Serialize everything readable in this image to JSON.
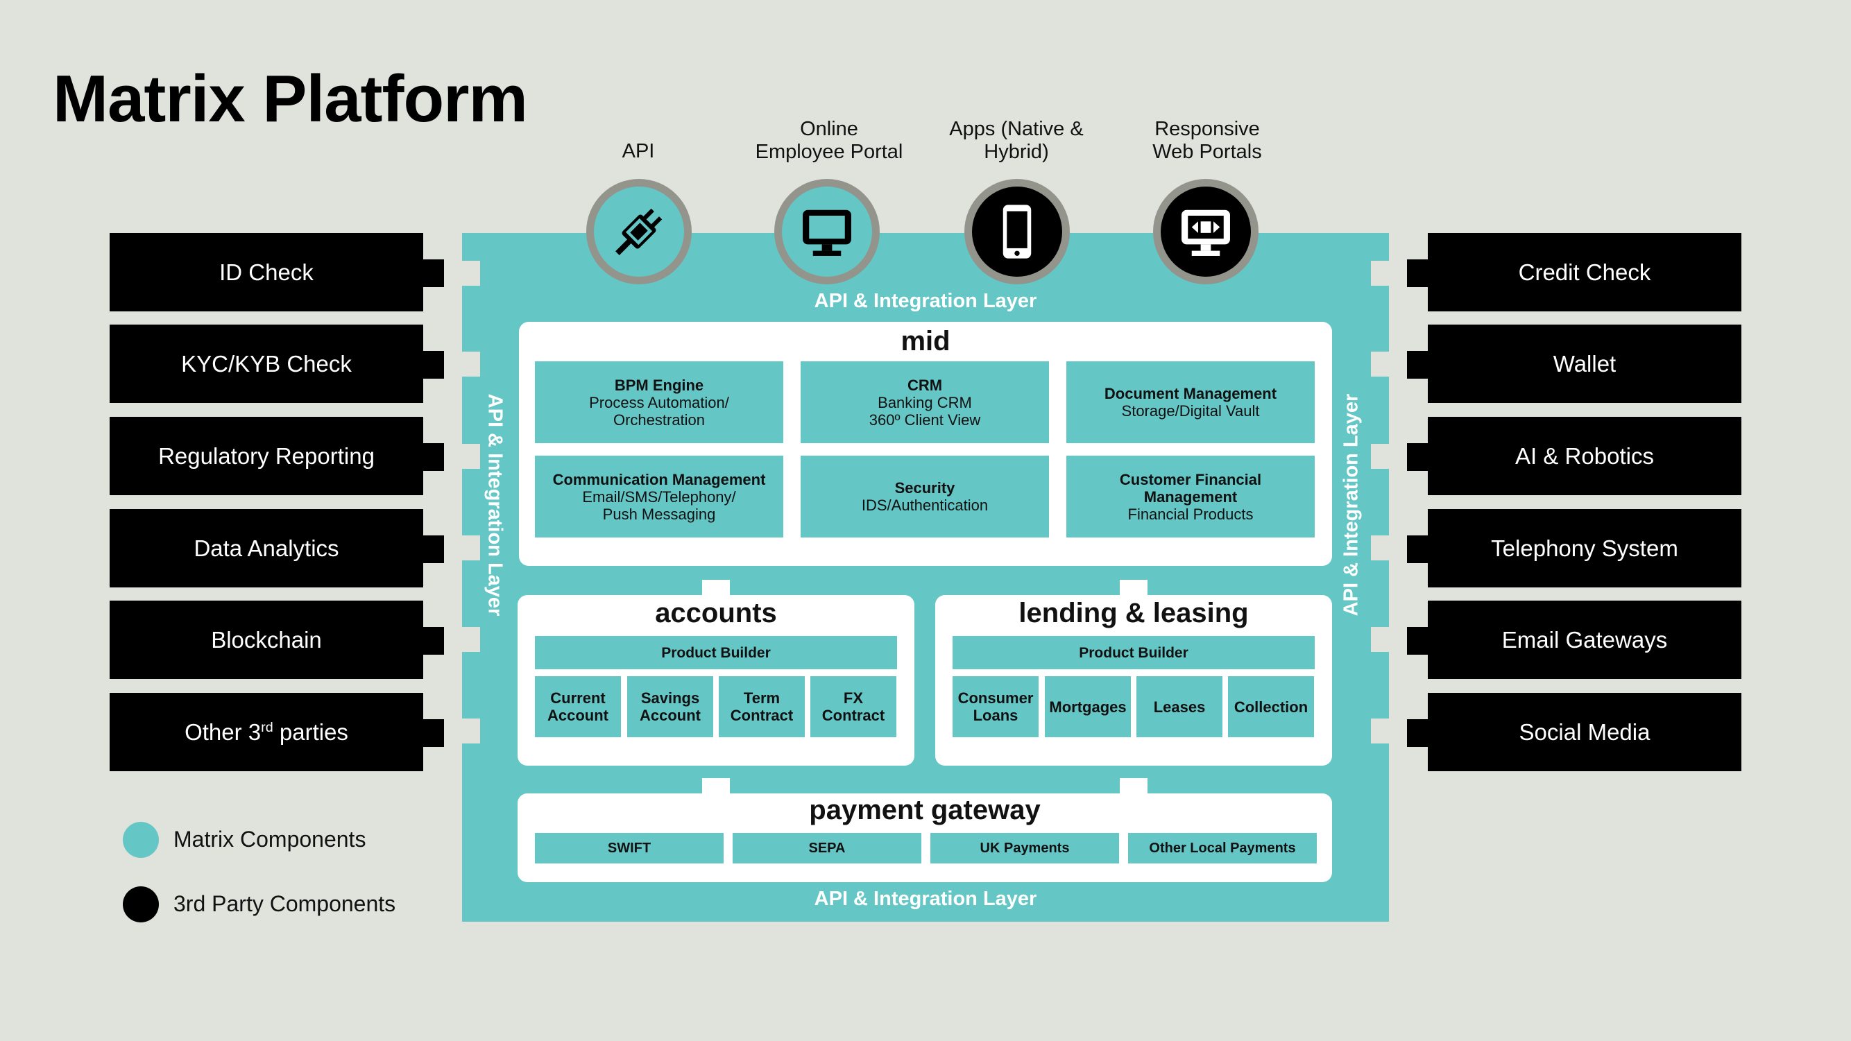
{
  "title": "Matrix Platform",
  "top_icons": [
    {
      "label": "API",
      "icon": "plug-icon"
    },
    {
      "label": "Online\nEmployee Portal",
      "icon": "monitor-icon"
    },
    {
      "label": "Apps (Native &\nHybrid)",
      "icon": "smartphone-icon"
    },
    {
      "label": "Responsive\nWeb Portals",
      "icon": "responsive-screen-icon"
    }
  ],
  "left_components": [
    "ID Check",
    "KYC/KYB Check",
    "Regulatory Reporting",
    "Data Analytics",
    "Blockchain",
    "Other 3rd parties"
  ],
  "right_components": [
    "Credit Check",
    "Wallet",
    "AI & Robotics",
    "Telephony System",
    "Email Gateways",
    "Social Media"
  ],
  "layer_label": "API & Integration Layer",
  "mid": {
    "title": "mid",
    "cells": [
      {
        "title": "BPM Engine",
        "sub": "Process Automation/\nOrchestration"
      },
      {
        "title": "CRM",
        "sub": "Banking CRM\n360º Client View"
      },
      {
        "title": "Document Management",
        "sub": "Storage/Digital Vault"
      },
      {
        "title": "Communication Management",
        "sub": "Email/SMS/Telephony/\nPush Messaging"
      },
      {
        "title": "Security",
        "sub": "IDS/Authentication"
      },
      {
        "title": "Customer Financial\nManagement",
        "sub": "Financial Products"
      }
    ]
  },
  "accounts": {
    "title": "accounts",
    "builder": "Product Builder",
    "items": [
      "Current\nAccount",
      "Savings\nAccount",
      "Term\nContract",
      "FX\nContract"
    ]
  },
  "lending": {
    "title": "lending & leasing",
    "builder": "Product Builder",
    "items": [
      "Consumer\nLoans",
      "Mortgages",
      "Leases",
      "Collection"
    ]
  },
  "payment": {
    "title": "payment gateway",
    "items": [
      "SWIFT",
      "SEPA",
      "UK Payments",
      "Other Local Payments"
    ]
  },
  "legend": [
    {
      "label": "Matrix Components",
      "color": "#65c6c6"
    },
    {
      "label": "3rd Party Components",
      "color": "#000000"
    }
  ],
  "colors": {
    "teal": "#65c6c6",
    "background": "#e0e2dc",
    "black": "#000000"
  }
}
